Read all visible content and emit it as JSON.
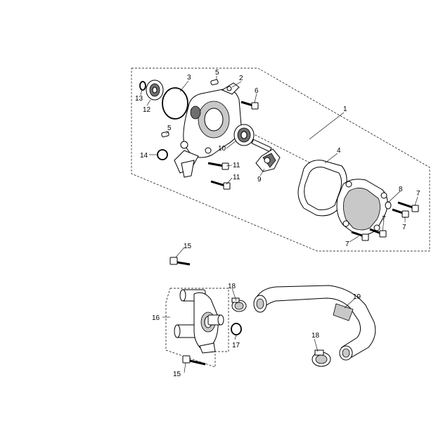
{
  "callouts": {
    "c1": "1",
    "c2": "2",
    "c3": "3",
    "c4": "4",
    "c5a": "5",
    "c5b": "5",
    "c6": "6",
    "c7a": "7",
    "c7b": "7",
    "c7c": "7",
    "c7d": "7",
    "c8": "8",
    "c9": "9",
    "c10": "10",
    "c11a": "11",
    "c11b": "11",
    "c12": "12",
    "c13": "13",
    "c14": "14",
    "c15a": "15",
    "c15b": "15",
    "c16": "16",
    "c17": "17",
    "c18a": "18",
    "c18b": "18",
    "c19": "19"
  },
  "colors": {
    "line": "#000000",
    "shade": "#c8c8c8",
    "dark": "#6e6e6e",
    "background": "#ffffff"
  }
}
